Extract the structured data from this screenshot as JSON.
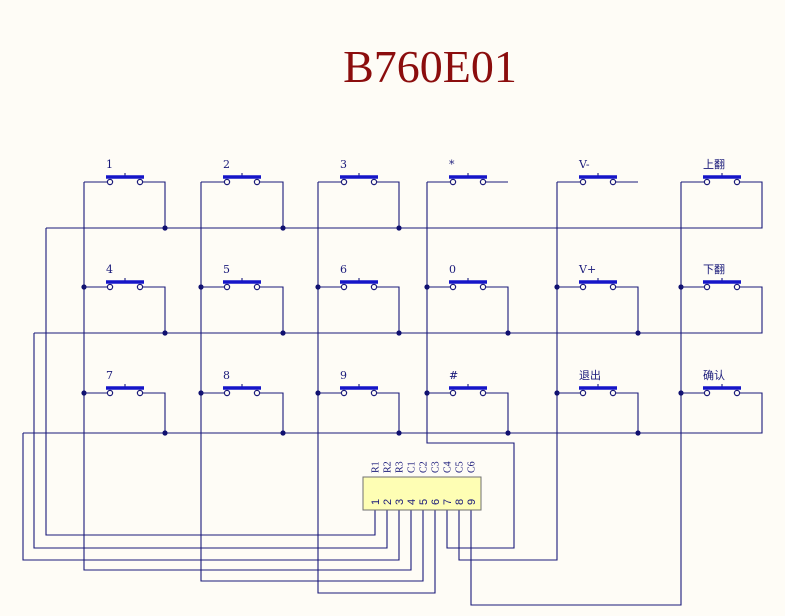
{
  "title": "B760E01",
  "keys": [
    {
      "label": "1"
    },
    {
      "label": "2"
    },
    {
      "label": "3"
    },
    {
      "label": "*"
    },
    {
      "label": "V-"
    },
    {
      "label": "上翻"
    },
    {
      "label": "4"
    },
    {
      "label": "5"
    },
    {
      "label": "6"
    },
    {
      "label": "0"
    },
    {
      "label": "V+"
    },
    {
      "label": "下翻"
    },
    {
      "label": "7"
    },
    {
      "label": "8"
    },
    {
      "label": "9"
    },
    {
      "label": "#"
    },
    {
      "label": "退出"
    },
    {
      "label": "确认"
    }
  ],
  "connector": {
    "pins": [
      {
        "label": "R1",
        "number": "1"
      },
      {
        "label": "R2",
        "number": "2"
      },
      {
        "label": "R3",
        "number": "3"
      },
      {
        "label": "C1",
        "number": "4"
      },
      {
        "label": "C2",
        "number": "5"
      },
      {
        "label": "C3",
        "number": "6"
      },
      {
        "label": "C4",
        "number": "7"
      },
      {
        "label": "C5",
        "number": "8"
      },
      {
        "label": "C6",
        "number": "9"
      }
    ]
  }
}
